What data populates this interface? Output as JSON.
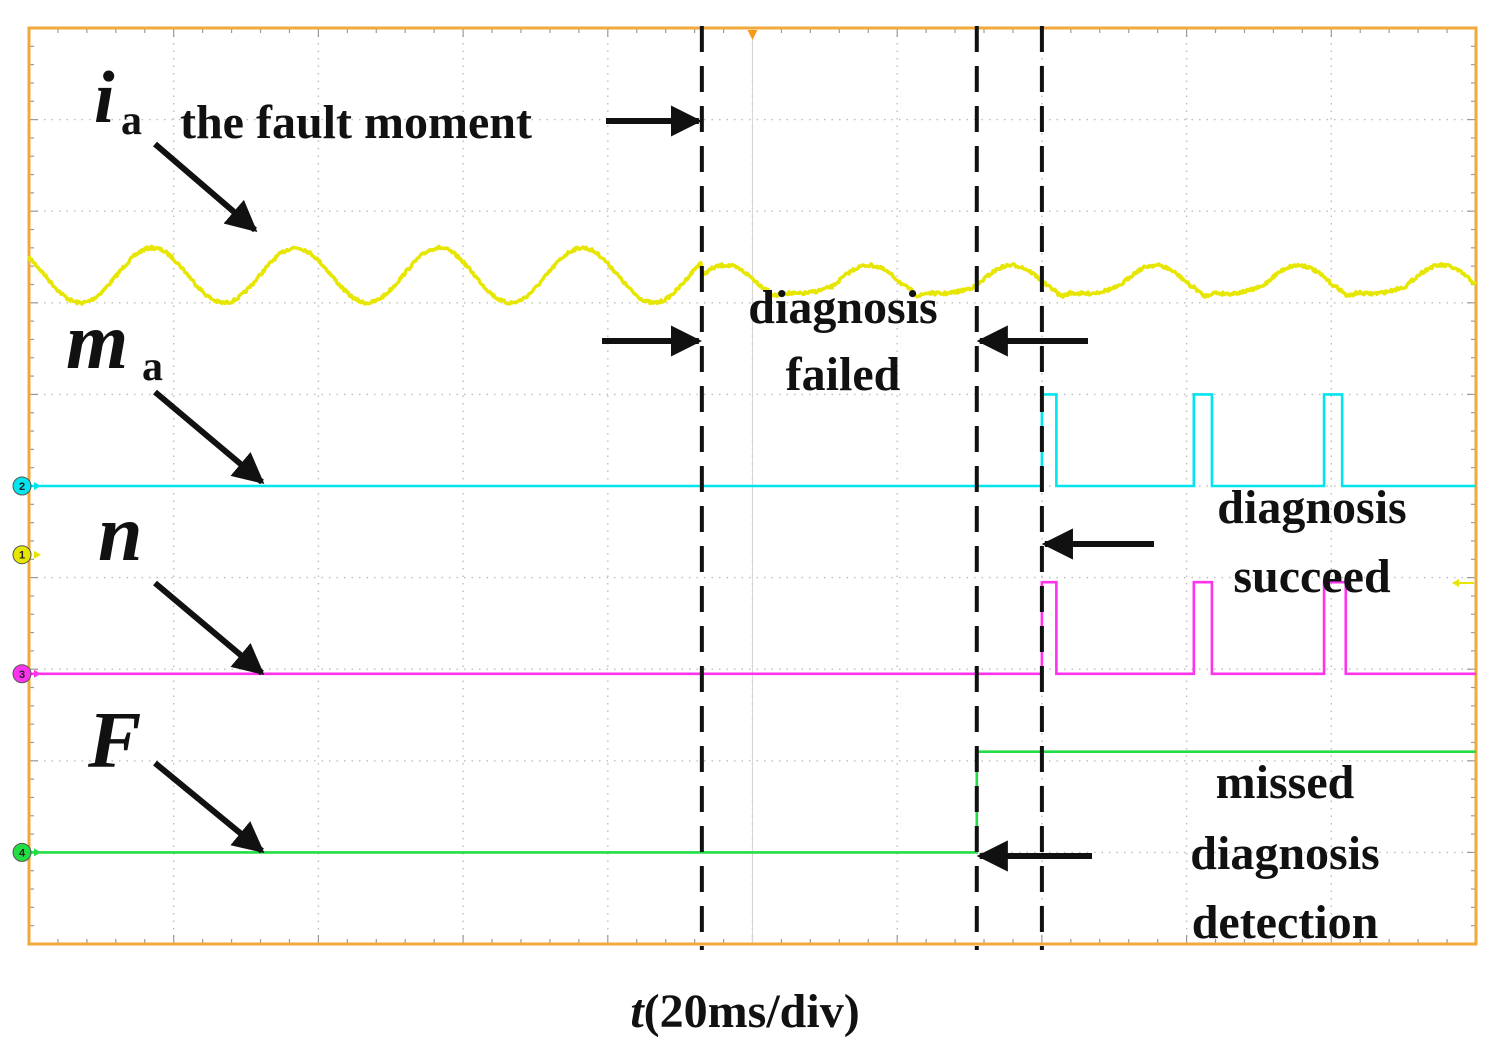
{
  "chart_data": {
    "type": "line",
    "title": "",
    "xlabel": "t(20ms/div)",
    "xlabel_italic_part": "t",
    "xlabel_rest": "(20ms/div)",
    "grid": true,
    "divisions": {
      "x": 10,
      "y": 10
    },
    "x_unit_ms_per_div": 20,
    "x_range_ms": [
      0,
      200
    ],
    "markers_ms": {
      "fault_moment": 93,
      "missed_diagnosis": 131,
      "diagnosis_succeed": 140
    },
    "series": [
      {
        "symbol": "i",
        "subscript": "a",
        "channel": "1",
        "color": "#e6e600",
        "kind": "current",
        "period_ms_before_fault": 19.8,
        "period_ms_after_fault": 19.8,
        "offset_div": 2.7,
        "amp_div_before": 0.3,
        "amp_div_after": 0.23
      },
      {
        "symbol": "m",
        "subscript": "a",
        "channel": "2",
        "color": "#00e5ee",
        "kind": "pulse",
        "baseline_div": 5.0,
        "high_div": 4.0,
        "pulses_ms": [
          [
            140,
            142
          ],
          [
            161,
            163.5
          ],
          [
            179,
            181.5
          ]
        ]
      },
      {
        "symbol": "n",
        "subscript": "",
        "channel": "3",
        "color": "#ff33ee",
        "kind": "pulse",
        "baseline_div": 7.05,
        "high_div": 6.05,
        "pulses_ms": [
          [
            140,
            142
          ],
          [
            161,
            163.5
          ],
          [
            179,
            182
          ]
        ]
      },
      {
        "symbol": "F",
        "subscript": "",
        "channel": "4",
        "color": "#22dd44",
        "kind": "step",
        "baseline_div": 9.0,
        "high_div": 7.9,
        "step_ms": 131
      }
    ],
    "annotations": {
      "fault_moment": "the fault moment",
      "diagnosis_failed_1": "diagnosis",
      "diagnosis_failed_2": "failed",
      "diagnosis_succeed_1": "diagnosis",
      "diagnosis_succeed_2": "succeed",
      "missed_1": "missed",
      "missed_2": "diagnosis",
      "missed_3": "detection"
    }
  },
  "colors": {
    "frame": "#f2a93b",
    "grid_dot": "#bdbdbd",
    "text": "#111111",
    "dash": "#111111"
  }
}
